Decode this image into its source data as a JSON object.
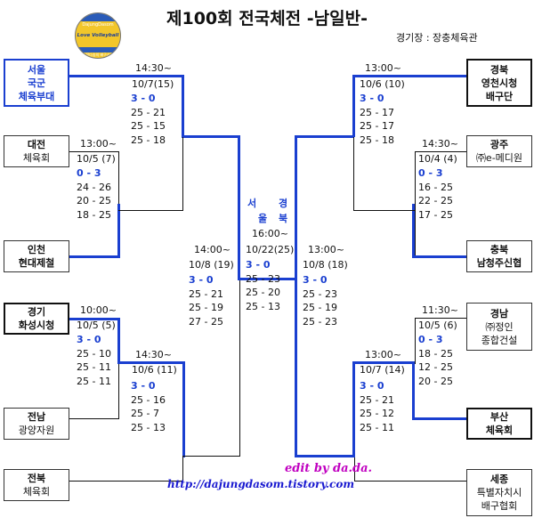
{
  "title": "제100회 전국체전 -남일반-",
  "venue": "경기장 : 장충체육관",
  "logo": {
    "top": "DajungDasom",
    "main": "Love Volleyball",
    "bottom": "다정다솜의 배구사랑"
  },
  "teams": {
    "t1": {
      "l1": "서울",
      "l2": "국군",
      "l3": "체육부대"
    },
    "t2": {
      "l1": "대전",
      "l2": "체육회"
    },
    "t3": {
      "l1": "인천",
      "l2": "현대제철"
    },
    "t4": {
      "l1": "경기",
      "l2": "화성시청"
    },
    "t5": {
      "l1": "전남",
      "l2": "광양자원"
    },
    "t6": {
      "l1": "전북",
      "l2": "체육회"
    },
    "t7": {
      "l1": "경북",
      "l2": "영천시청",
      "l3": "배구단"
    },
    "t8": {
      "l1": "광주",
      "l2": "㈜e-메디원"
    },
    "t9": {
      "l1": "충북",
      "l2": "남청주신협"
    },
    "t10": {
      "l1": "경남",
      "l2": "㈜정인",
      "l3": "종합건설"
    },
    "t11": {
      "l1": "부산",
      "l2": "체육회"
    },
    "t12": {
      "l1": "세종",
      "l2": "특별자치시",
      "l3": "배구협회"
    }
  },
  "matches": {
    "m_left_top": {
      "time": "14:30~",
      "date": "10/7(15)",
      "total": "3 - 0",
      "sets": [
        "25 - 21",
        "25 - 15",
        "25 - 18"
      ]
    },
    "m_left_r1": {
      "time": "13:00~",
      "date": "10/5 (7)",
      "total": "0 - 3",
      "sets": [
        "24 - 26",
        "20 - 25",
        "18 - 25"
      ]
    },
    "m_left_semi": {
      "time": "14:00~",
      "date": "10/8 (19)",
      "total": "3 - 0",
      "sets": [
        "25 - 21",
        "25 - 19",
        "27 - 25"
      ]
    },
    "m_left_r1b": {
      "time": "10:00~",
      "date": "10/5 (5)",
      "total": "3 - 0",
      "sets": [
        "25 - 10",
        "25 - 11",
        "25 - 11"
      ]
    },
    "m_left_qf": {
      "time": "14:30~",
      "date": "10/6 (11)",
      "total": "3 - 0",
      "sets": [
        "25 - 16",
        "25 - 7",
        "25 - 13"
      ]
    },
    "m_final": {
      "time": "16:00~",
      "date": "10/22(25)",
      "total": "3 - 0",
      "sets": [
        "25 - 23",
        "25 - 20",
        "25 - 13"
      ]
    },
    "m_right_top": {
      "time": "13:00~",
      "date": "10/6 (10)",
      "total": "3 - 0",
      "sets": [
        "25 - 17",
        "25 - 17",
        "25 - 18"
      ]
    },
    "m_right_r1": {
      "time": "14:30~",
      "date": "10/4 (4)",
      "total": "0 - 3",
      "sets": [
        "16 - 25",
        "22 - 25",
        "17 - 25"
      ]
    },
    "m_right_semi": {
      "time": "13:00~",
      "date": "10/8 (18)",
      "total": "3 - 0",
      "sets": [
        "25 - 23",
        "25 - 19",
        "25 - 23"
      ]
    },
    "m_right_r1b": {
      "time": "11:30~",
      "date": "10/5 (6)",
      "total": "0 - 3",
      "sets": [
        "18 - 25",
        "12 - 25",
        "20 - 25"
      ]
    },
    "m_right_qf": {
      "time": "13:00~",
      "date": "10/7 (14)",
      "total": "3 - 0",
      "sets": [
        "25 - 21",
        "25 - 12",
        "25 - 11"
      ]
    }
  },
  "champion": {
    "c1": "서",
    "c2": "경",
    "c3": "울",
    "c4": "북"
  },
  "credit": {
    "line1": "edit by da.da.",
    "line2": "http://dajungdasom.tistory.com"
  }
}
